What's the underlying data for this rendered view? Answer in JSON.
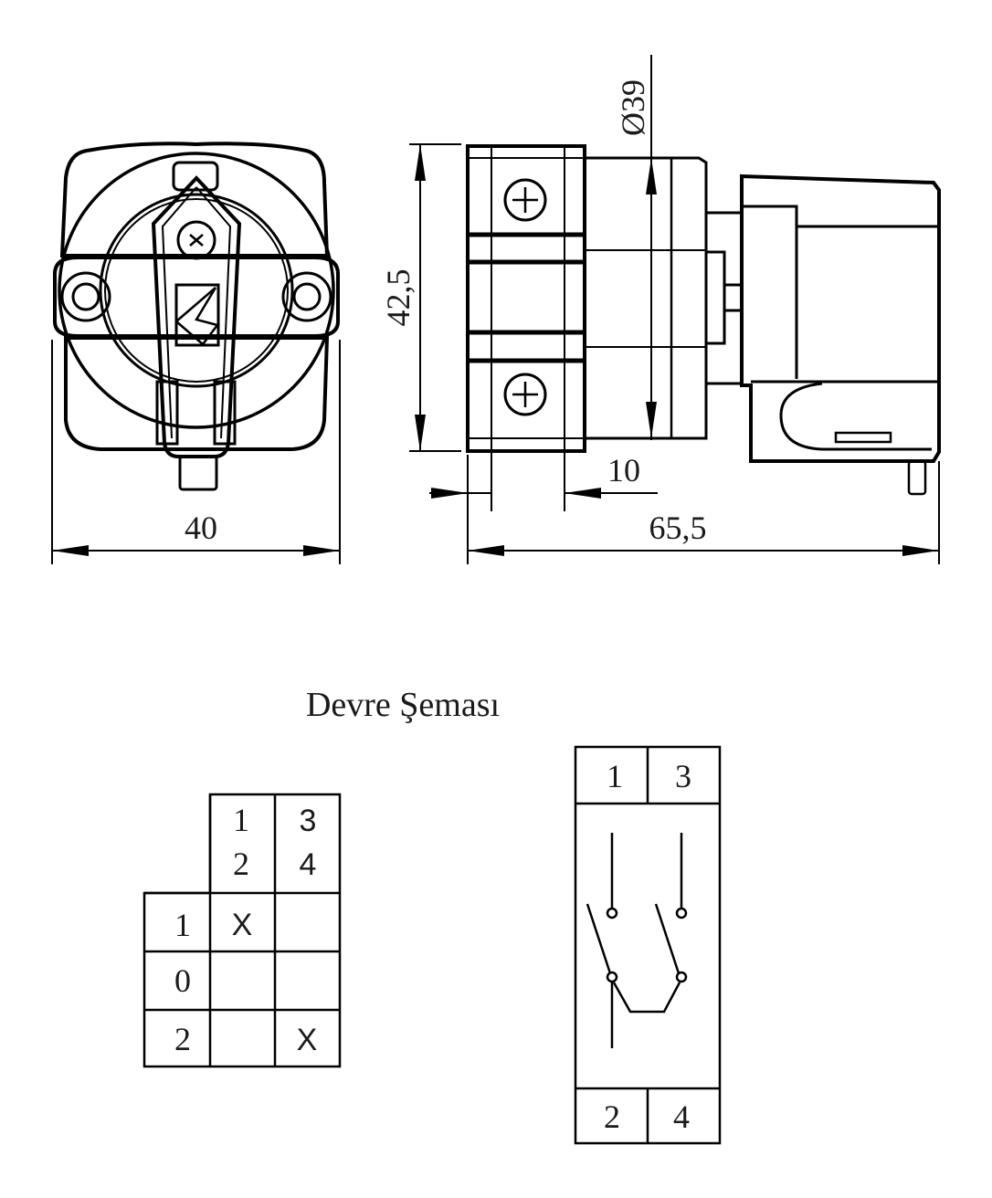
{
  "dimensions": {
    "width_front": "40",
    "height_side": "42,5",
    "diameter": "Ø39",
    "offset": "10",
    "length_side": "65,5"
  },
  "circuit_title": "Devre Şeması",
  "switching_table": {
    "contact_headers": [
      [
        "1",
        "2"
      ],
      [
        "3",
        "4"
      ]
    ],
    "rows": [
      {
        "position": "1",
        "cells": [
          "X",
          ""
        ]
      },
      {
        "position": "0",
        "cells": [
          "",
          ""
        ]
      },
      {
        "position": "2",
        "cells": [
          "",
          "X"
        ]
      }
    ]
  },
  "schematic": {
    "top_terminals": [
      "1",
      "3"
    ],
    "bottom_terminals": [
      "2",
      "4"
    ]
  },
  "colors": {
    "line": "#000000",
    "background": "#ffffff"
  }
}
